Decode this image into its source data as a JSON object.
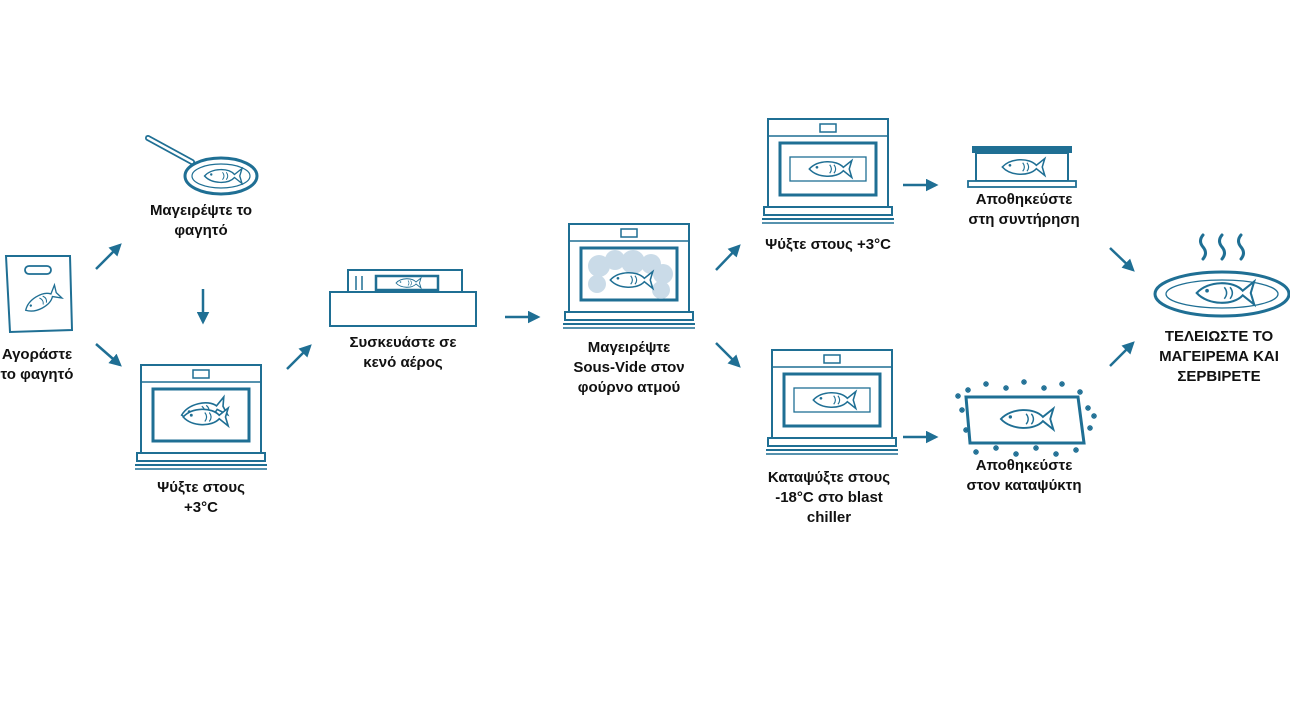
{
  "colors": {
    "stroke": "#1f6f94",
    "fill": "#ffffff",
    "text": "#111111"
  },
  "steps": {
    "buy": {
      "icon": "fish-bag-icon",
      "lines": [
        "Αγοράστε",
        "το φαγητό"
      ]
    },
    "cook": {
      "icon": "frying-pan-icon",
      "lines": [
        "Μαγειρέψτε το",
        "φαγητό"
      ]
    },
    "chill1": {
      "icon": "oven-fish-icon",
      "lines": [
        "Ψύξτε στους",
        "+3°C"
      ]
    },
    "vacuum": {
      "icon": "vacuum-drawer-icon",
      "lines": [
        "Συσκευάστε σε",
        "κενό αέρος"
      ]
    },
    "sousvide": {
      "icon": "steam-oven-icon",
      "lines": [
        "Μαγειρέψτε",
        "Sous-Vide στον",
        "φούρνο ατμού"
      ]
    },
    "chill2": {
      "icon": "oven-fish-icon",
      "lines": [
        "Ψύξτε στους +3°C"
      ]
    },
    "store_fridge": {
      "icon": "fridge-tray-icon",
      "lines": [
        "Αποθηκεύστε",
        "στη συντήρηση"
      ]
    },
    "freeze": {
      "icon": "blast-chiller-icon",
      "lines": [
        "Καταψύξτε στους",
        "-18°C στο blast",
        "chiller"
      ]
    },
    "store_freezer": {
      "icon": "frozen-tray-icon",
      "lines": [
        "Αποθηκεύστε",
        "στον καταψύκτη"
      ]
    },
    "finish": {
      "icon": "served-plate-icon",
      "lines": [
        "ΤΕΛΕΙΩΣΤΕ ΤΟ",
        "ΜΑΓΕΙΡΕΜΑ ΚΑΙ",
        "ΣΕΡΒΙΡΕΤΕ"
      ]
    }
  }
}
